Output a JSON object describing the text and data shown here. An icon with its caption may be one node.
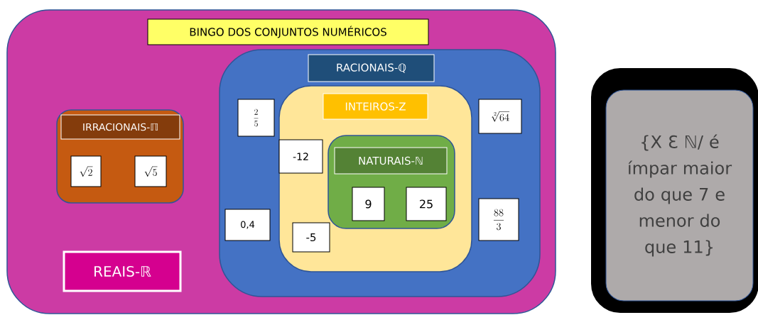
{
  "diagram": {
    "nodes": [
      {
        "text": [],
        "shape": "box"
      },
      {
        "text": [
          "BINGO DOS CONJUNTOS NUMÉRICOS"
        ],
        "in": 0
      },
      {
        "text": [],
        "shape": "box",
        "in": 0
      },
      {
        "text": [
          "IRRACIONAIS-ℿ"
        ],
        "in": 2
      },
      {
        "text": [
          "\\sqrt{2}"
        ],
        "in": 2
      },
      {
        "text": [
          "\\sqrt{5}"
        ],
        "in": 2
      },
      {
        "text": [
          "REAIS-ℝ"
        ],
        "in": 0
      },
      {
        "text": [],
        "shape": "box",
        "in": 0
      },
      {
        "text": [
          "RACIONAIS-ℚ"
        ],
        "in": 7
      },
      {
        "text": [
          "\\frac{2}{5}"
        ],
        "in": 7
      },
      {
        "text": [
          "0,4"
        ],
        "in": 7
      },
      {
        "text": [
          "\\sqrt[2]{64}"
        ],
        "in": 7
      },
      {
        "text": [
          "\\frac{88}{3}"
        ],
        "in": 7
      },
      {
        "text": [],
        "shape": "box",
        "in": 7
      },
      {
        "text": [
          "INTEIROS-Z"
        ],
        "in": 13
      },
      {
        "text": [
          "-12"
        ],
        "in": 13
      },
      {
        "text": [
          "-5"
        ],
        "in": 13
      },
      {
        "text": [],
        "shape": "box",
        "in": 13
      },
      {
        "text": [
          "NATURAIS-ℕ"
        ],
        "in": 17
      },
      {
        "text": [
          "9"
        ],
        "in": 17
      },
      {
        "text": [
          "25"
        ],
        "in": 17
      },
      {
        "text": [],
        "shape": "box"
      },
      {
        "text": [
          "{X Ɛ ℕ/ é ímpar maior do que 7 e menor do que 11}"
        ],
        "in": 21
      }
    ]
  }
}
